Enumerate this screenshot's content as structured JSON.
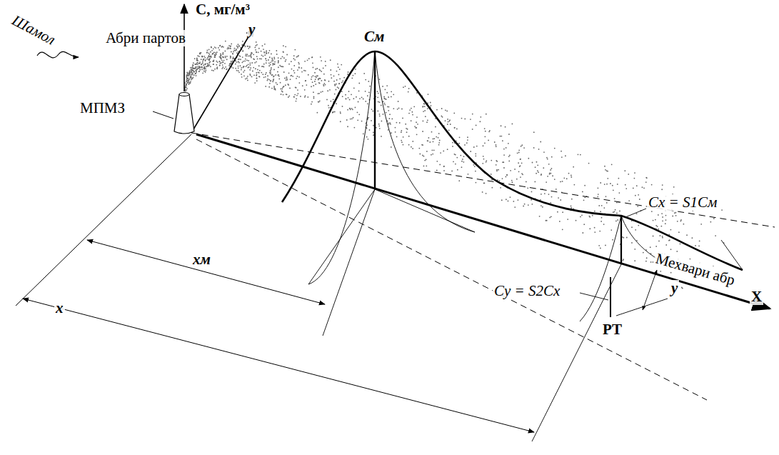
{
  "diagram": {
    "labels": [
      "C, мг/м³",
      "Шамол",
      "Абри партов",
      "y",
      "Cм",
      "МПМЗ",
      "xм",
      "x",
      "Cx = S1Cм",
      "Мехвари абр",
      "Cy = S2Cx",
      "y",
      "РТ",
      "X"
    ]
  }
}
